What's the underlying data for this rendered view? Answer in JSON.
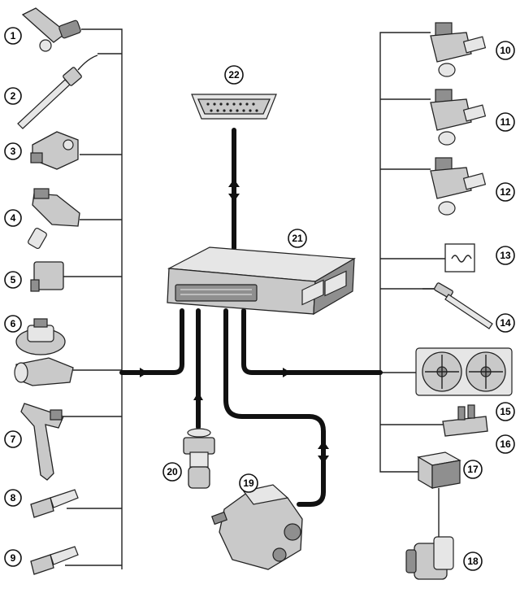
{
  "labels": [
    "1",
    "2",
    "3",
    "4",
    "5",
    "6",
    "7",
    "8",
    "9",
    "10",
    "11",
    "12",
    "13",
    "14",
    "15",
    "16",
    "17",
    "18",
    "19",
    "20",
    "21",
    "22"
  ],
  "colors": {
    "line": "#111111",
    "part": "#c9c9c9",
    "background": "#ffffff"
  }
}
